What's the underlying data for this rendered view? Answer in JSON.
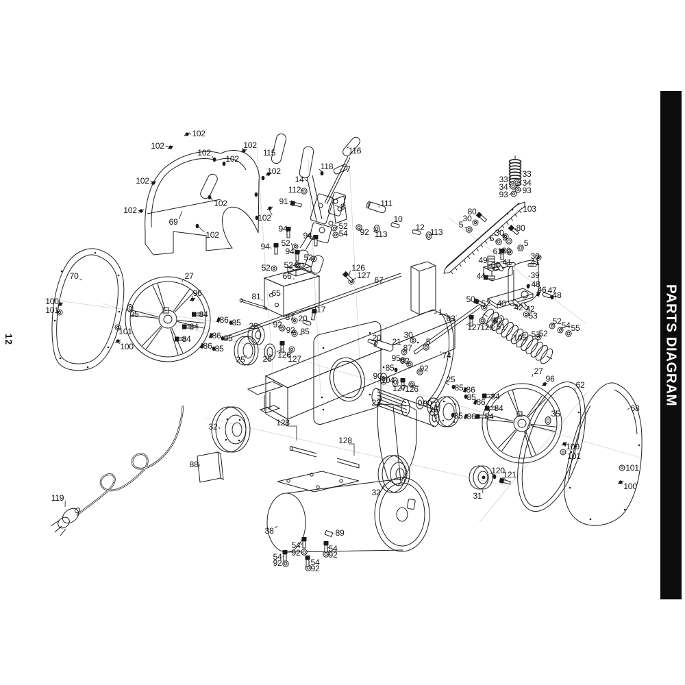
{
  "page": {
    "page_number": "12",
    "sidebar_title": "PARTS DIAGRAM",
    "sidebar_bg": "#0c0c0c",
    "sidebar_text_color": "#ffffff",
    "drawing_color": "#1b1b1b",
    "background": "#ffffff"
  },
  "diagram": {
    "description_labels_are_part_numbers": true,
    "labels": [
      [
        "102",
        290,
        195,
        277,
        197
      ],
      [
        "102",
        230,
        213,
        247,
        215
      ],
      [
        "102",
        365,
        212,
        355,
        219
      ],
      [
        "102",
        298,
        223,
        311,
        231
      ],
      [
        "102",
        339,
        232,
        328,
        238
      ],
      [
        "102",
        400,
        250,
        392,
        254
      ],
      [
        "102",
        208,
        264,
        223,
        266
      ],
      [
        "102",
        190,
        307,
        205,
        308
      ],
      [
        "102",
        322,
        297,
        308,
        289
      ],
      [
        "102",
        386,
        318,
        393,
        306
      ],
      [
        "102",
        310,
        343,
        290,
        331
      ],
      [
        "69",
        253,
        324,
        266,
        308
      ],
      [
        "115",
        393,
        223,
        404,
        219
      ],
      [
        "116",
        518,
        220,
        510,
        214
      ],
      [
        "118",
        477,
        243,
        471,
        251
      ],
      [
        "77",
        505,
        247,
        496,
        248
      ],
      [
        "14",
        437,
        262,
        450,
        265
      ],
      [
        "112",
        430,
        277,
        441,
        279
      ],
      [
        "91",
        414,
        294,
        428,
        297
      ],
      [
        "8",
        500,
        302,
        489,
        300
      ],
      [
        "111",
        564,
        297,
        554,
        303
      ],
      [
        "10",
        581,
        320,
        577,
        327
      ],
      [
        "12",
        613,
        332,
        606,
        337
      ],
      [
        "113",
        556,
        342,
        551,
        336
      ],
      [
        "113",
        637,
        339,
        629,
        343
      ],
      [
        "52",
        501,
        330,
        491,
        333
      ],
      [
        "54",
        501,
        341,
        492,
        343
      ],
      [
        "92",
        532,
        339,
        526,
        334
      ],
      [
        "80",
        689,
        309,
        700,
        315
      ],
      [
        "30",
        682,
        319,
        691,
        324
      ],
      [
        "5",
        673,
        328,
        682,
        333
      ],
      [
        "33",
        769,
        254,
        758,
        253
      ],
      [
        "33",
        735,
        262,
        746,
        259
      ],
      [
        "34",
        769,
        267,
        757,
        266
      ],
      [
        "34",
        735,
        273,
        746,
        271
      ],
      [
        "93",
        769,
        278,
        758,
        277
      ],
      [
        "93",
        735,
        284,
        747,
        282
      ],
      [
        "103",
        773,
        305,
        761,
        303
      ],
      [
        "80",
        760,
        333,
        753,
        335
      ],
      [
        "30",
        729,
        340,
        736,
        344
      ],
      [
        "5",
        718,
        348,
        726,
        352
      ],
      [
        "5",
        737,
        347,
        742,
        351
      ],
      [
        "5",
        768,
        355,
        762,
        360
      ],
      [
        "61",
        726,
        367,
        732,
        371
      ],
      [
        "30",
        739,
        366,
        744,
        369
      ],
      [
        "30",
        781,
        374,
        786,
        377
      ],
      [
        "49",
        705,
        380,
        713,
        381
      ],
      [
        "41",
        740,
        383,
        746,
        386
      ],
      [
        "41",
        781,
        383,
        778,
        387
      ],
      [
        "60",
        723,
        387,
        729,
        390
      ],
      [
        "44",
        702,
        403,
        712,
        405
      ],
      [
        "39",
        781,
        402,
        772,
        404
      ],
      [
        "48",
        782,
        415,
        773,
        417
      ],
      [
        "46",
        791,
        423,
        787,
        428
      ],
      [
        "47",
        806,
        424,
        800,
        429
      ],
      [
        "48",
        813,
        431,
        808,
        434
      ],
      [
        "40",
        732,
        443,
        740,
        439
      ],
      [
        "42",
        757,
        449,
        755,
        444
      ],
      [
        "42",
        774,
        451,
        768,
        447
      ],
      [
        "53",
        778,
        461,
        770,
        459
      ],
      [
        "50",
        687,
        437,
        696,
        440
      ],
      [
        "52",
        709,
        443,
        708,
        447
      ],
      [
        "63",
        658,
        465,
        666,
        460
      ],
      [
        "52",
        727,
        468,
        723,
        469
      ],
      [
        "51",
        731,
        477,
        721,
        477
      ],
      [
        "127",
        692,
        478,
        689,
        471
      ],
      [
        "126",
        711,
        478,
        706,
        471
      ],
      [
        "105",
        759,
        493,
        748,
        488
      ],
      [
        "51",
        782,
        488,
        774,
        490
      ],
      [
        "52",
        793,
        487,
        788,
        491
      ],
      [
        "52",
        813,
        469,
        808,
        474
      ],
      [
        "54",
        826,
        475,
        820,
        480
      ],
      [
        "55",
        840,
        479,
        833,
        485
      ],
      [
        "1",
        643,
        456,
        634,
        458
      ],
      [
        "30",
        596,
        489,
        602,
        495
      ],
      [
        "21",
        579,
        499,
        571,
        503
      ],
      [
        "5",
        625,
        499,
        623,
        505
      ],
      [
        "20",
        442,
        465,
        447,
        470
      ],
      [
        "87",
        423,
        463,
        429,
        467
      ],
      [
        "117",
        466,
        452,
        461,
        457
      ],
      [
        "92",
        405,
        474,
        411,
        478
      ],
      [
        "92",
        424,
        482,
        429,
        485
      ],
      [
        "85",
        445,
        484,
        441,
        489
      ],
      [
        "20",
        550,
        493,
        545,
        498
      ],
      [
        "87",
        595,
        508,
        591,
        513
      ],
      [
        "95",
        578,
        523,
        585,
        525
      ],
      [
        "92",
        591,
        527,
        596,
        530
      ],
      [
        "85",
        569,
        537,
        576,
        539
      ],
      [
        "92",
        619,
        538,
        614,
        542
      ],
      [
        "90",
        551,
        549,
        558,
        552
      ],
      [
        "104",
        566,
        555,
        574,
        557
      ],
      [
        "127",
        583,
        567,
        587,
        562
      ],
      [
        "126",
        601,
        568,
        601,
        562
      ],
      [
        "23",
        549,
        588,
        557,
        581
      ],
      [
        "90",
        624,
        589,
        621,
        586
      ],
      [
        "26",
        633,
        598,
        633,
        592
      ],
      [
        "25",
        658,
        554,
        655,
        562
      ],
      [
        "85",
        670,
        566,
        664,
        566
      ],
      [
        "86",
        687,
        569,
        681,
        569
      ],
      [
        "85",
        688,
        580,
        682,
        579
      ],
      [
        "86",
        702,
        587,
        696,
        587
      ],
      [
        "85",
        669,
        607,
        663,
        606
      ],
      [
        "86",
        688,
        608,
        682,
        608
      ],
      [
        "84",
        723,
        579,
        714,
        578
      ],
      [
        "84",
        728,
        596,
        718,
        596
      ],
      [
        "84",
        714,
        608,
        704,
        608
      ],
      [
        "25",
        351,
        525,
        359,
        518
      ],
      [
        "26",
        390,
        524,
        393,
        517
      ],
      [
        "126",
        415,
        518,
        413,
        509
      ],
      [
        "127",
        430,
        524,
        427,
        514
      ],
      [
        "22",
        370,
        476,
        375,
        484
      ],
      [
        "66",
        419,
        403,
        430,
        407
      ],
      [
        "65",
        403,
        428,
        412,
        428
      ],
      [
        "81",
        374,
        433,
        383,
        439
      ],
      [
        "67",
        553,
        409,
        545,
        413
      ],
      [
        "126",
        523,
        391,
        509,
        403
      ],
      [
        "127",
        531,
        402,
        514,
        409
      ],
      [
        "94",
        413,
        334,
        419,
        338
      ],
      [
        "94",
        449,
        344,
        456,
        349
      ],
      [
        "94",
        387,
        360,
        396,
        363
      ],
      [
        "94",
        423,
        367,
        430,
        371
      ],
      [
        "52",
        417,
        355,
        426,
        358
      ],
      [
        "52",
        450,
        376,
        456,
        378
      ],
      [
        "52",
        388,
        391,
        396,
        392
      ],
      [
        "52",
        421,
        387,
        429,
        388
      ],
      [
        "74",
        652,
        519,
        643,
        513
      ],
      [
        "27",
        276,
        403,
        266,
        411
      ],
      [
        "96",
        288,
        428,
        282,
        434
      ],
      [
        "70",
        108,
        403,
        120,
        409
      ],
      [
        "100",
        76,
        440,
        85,
        444
      ],
      [
        "101",
        76,
        453,
        84,
        456
      ],
      [
        "35",
        196,
        459,
        191,
        453
      ],
      [
        "101",
        183,
        484,
        175,
        479
      ],
      [
        "100",
        185,
        506,
        176,
        499
      ],
      [
        "84",
        297,
        459,
        291,
        459
      ],
      [
        "84",
        283,
        477,
        277,
        477
      ],
      [
        "84",
        272,
        495,
        266,
        495
      ],
      [
        "86",
        327,
        467,
        321,
        467
      ],
      [
        "85",
        345,
        471,
        339,
        471
      ],
      [
        "86",
        316,
        490,
        310,
        490
      ],
      [
        "85",
        333,
        494,
        327,
        494
      ],
      [
        "86",
        303,
        505,
        297,
        505
      ],
      [
        "85",
        320,
        509,
        314,
        509
      ],
      [
        "27",
        786,
        542,
        777,
        550
      ],
      [
        "96",
        803,
        553,
        797,
        559
      ],
      [
        "62",
        847,
        562,
        840,
        570
      ],
      [
        "35",
        811,
        604,
        803,
        611
      ],
      [
        "68",
        927,
        596,
        916,
        598
      ],
      [
        "100",
        836,
        652,
        827,
        649
      ],
      [
        "101",
        838,
        666,
        825,
        661
      ],
      [
        "101",
        923,
        683,
        911,
        683
      ],
      [
        "100",
        920,
        710,
        908,
        705
      ],
      [
        "120",
        727,
        687,
        723,
        693
      ],
      [
        "121",
        744,
        693,
        739,
        700
      ],
      [
        "31",
        697,
        724,
        703,
        712
      ],
      [
        "32",
        311,
        623,
        321,
        626
      ],
      [
        "128",
        413,
        617,
        null,
        null
      ],
      [
        "128",
        504,
        643,
        null,
        null
      ],
      [
        "88",
        283,
        678,
        291,
        681
      ],
      [
        "38",
        393,
        775,
        405,
        768
      ],
      [
        "89",
        496,
        778,
        488,
        779
      ],
      [
        "54",
        432,
        796,
        441,
        793
      ],
      [
        "92",
        432,
        807,
        441,
        806
      ],
      [
        "54",
        486,
        801,
        480,
        799
      ],
      [
        "92",
        486,
        810,
        480,
        809
      ],
      [
        "54",
        405,
        813,
        413,
        812
      ],
      [
        "92",
        405,
        822,
        414,
        822
      ],
      [
        "54",
        460,
        821,
        452,
        820
      ],
      [
        "92",
        460,
        830,
        452,
        829
      ],
      [
        "119",
        84,
        727,
        95,
        740
      ],
      [
        "32",
        549,
        719,
        560,
        708
      ]
    ]
  }
}
